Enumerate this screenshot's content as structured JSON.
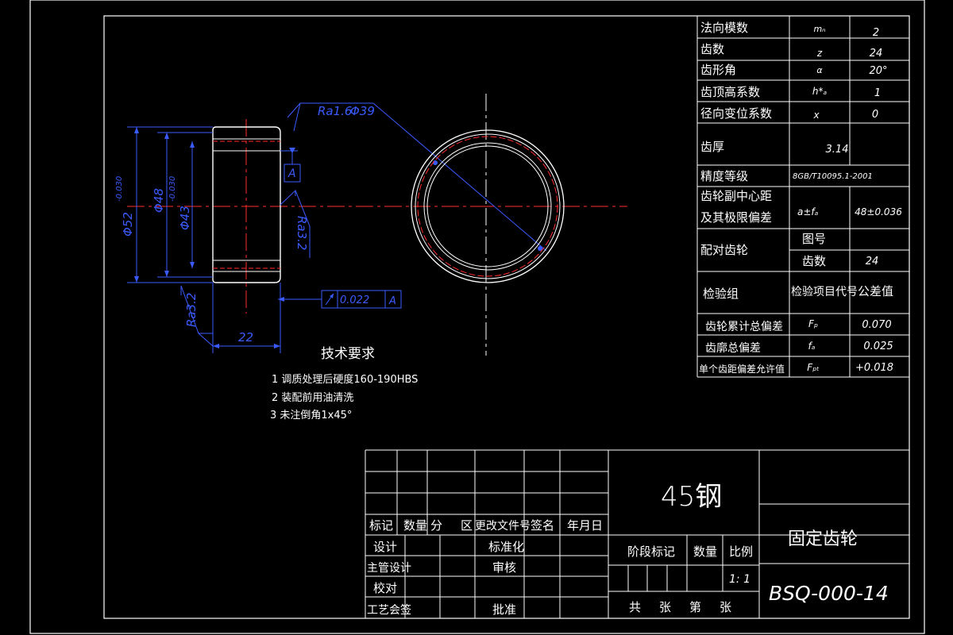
{
  "params": {
    "rows": [
      {
        "name": "法向模数",
        "symbol": "mₙ",
        "value": "2"
      },
      {
        "name": "齿数",
        "symbol": "z",
        "value": "24"
      },
      {
        "name": "齿形角",
        "symbol": "α",
        "value": "20°"
      },
      {
        "name": "齿顶高系数",
        "symbol": "h*ₐ",
        "value": "1"
      },
      {
        "name": "径向变位系数",
        "symbol": "x",
        "value": "0"
      }
    ],
    "thickness_label": "齿厚",
    "thickness_value": "3.14",
    "accuracy_label": "精度等级",
    "accuracy_value": "8GB/T10095.1-2001",
    "center_label_1": "齿轮副中心距",
    "center_label_2": "及其极限偏差",
    "center_symbol": "a±fₐ",
    "center_value": "48±0.036",
    "mating_label": "配对齿轮",
    "drawing_no_label": "图号",
    "drawing_no_value": "",
    "teeth_label": "齿数",
    "teeth_value": "24",
    "inspection_label": "检验组",
    "inspection_code_label": "检验项目代号",
    "tolerance_label": "公差值",
    "inspection_rows": [
      {
        "name": "齿轮累计总偏差",
        "symbol": "Fₚ",
        "value": "0.070"
      },
      {
        "name": "齿廓总偏差",
        "symbol": "fₐ",
        "value": "0.025"
      },
      {
        "name": "单个齿距偏差允许值",
        "symbol": "Fₚₜ",
        "value": "+0.018"
      }
    ]
  },
  "drawing": {
    "ra_top": "Ra1.6",
    "dia_small": "Φ39",
    "dia_outer": "Φ52",
    "dia_outer_tol": "-0.030",
    "dia_mid": "Φ48",
    "dia_inner": "Φ43",
    "dia_inner_tol": "-0.030",
    "datum": "A",
    "ra_right": "Ra3.2",
    "ra_left": "Ra3.2",
    "runout_value": "0.022",
    "runout_datum": "A",
    "width_dim": "22"
  },
  "tech": {
    "title": "技术要求",
    "items": [
      "1 调质处理后硬度160-190HBS",
      "2 装配前用油清洗",
      "3 未注倒角1x45°"
    ]
  },
  "title_block": {
    "material": "45钢",
    "part_name": "固定齿轮",
    "drawing_code": "BSQ-000-14",
    "rev_headers": [
      "标记",
      "数量",
      "分",
      "区",
      "更改文件号",
      "签名",
      "年月日"
    ],
    "design": "设计",
    "chief": "主管设计",
    "check": "校对",
    "process": "工艺会签",
    "standard": "标准化",
    "review": "审核",
    "approve": "批准",
    "stage": "阶段标记",
    "qty": "数量",
    "scale_label": "比例",
    "scale": "1: 1",
    "sheets": [
      "共",
      "张",
      "第",
      "张"
    ]
  }
}
